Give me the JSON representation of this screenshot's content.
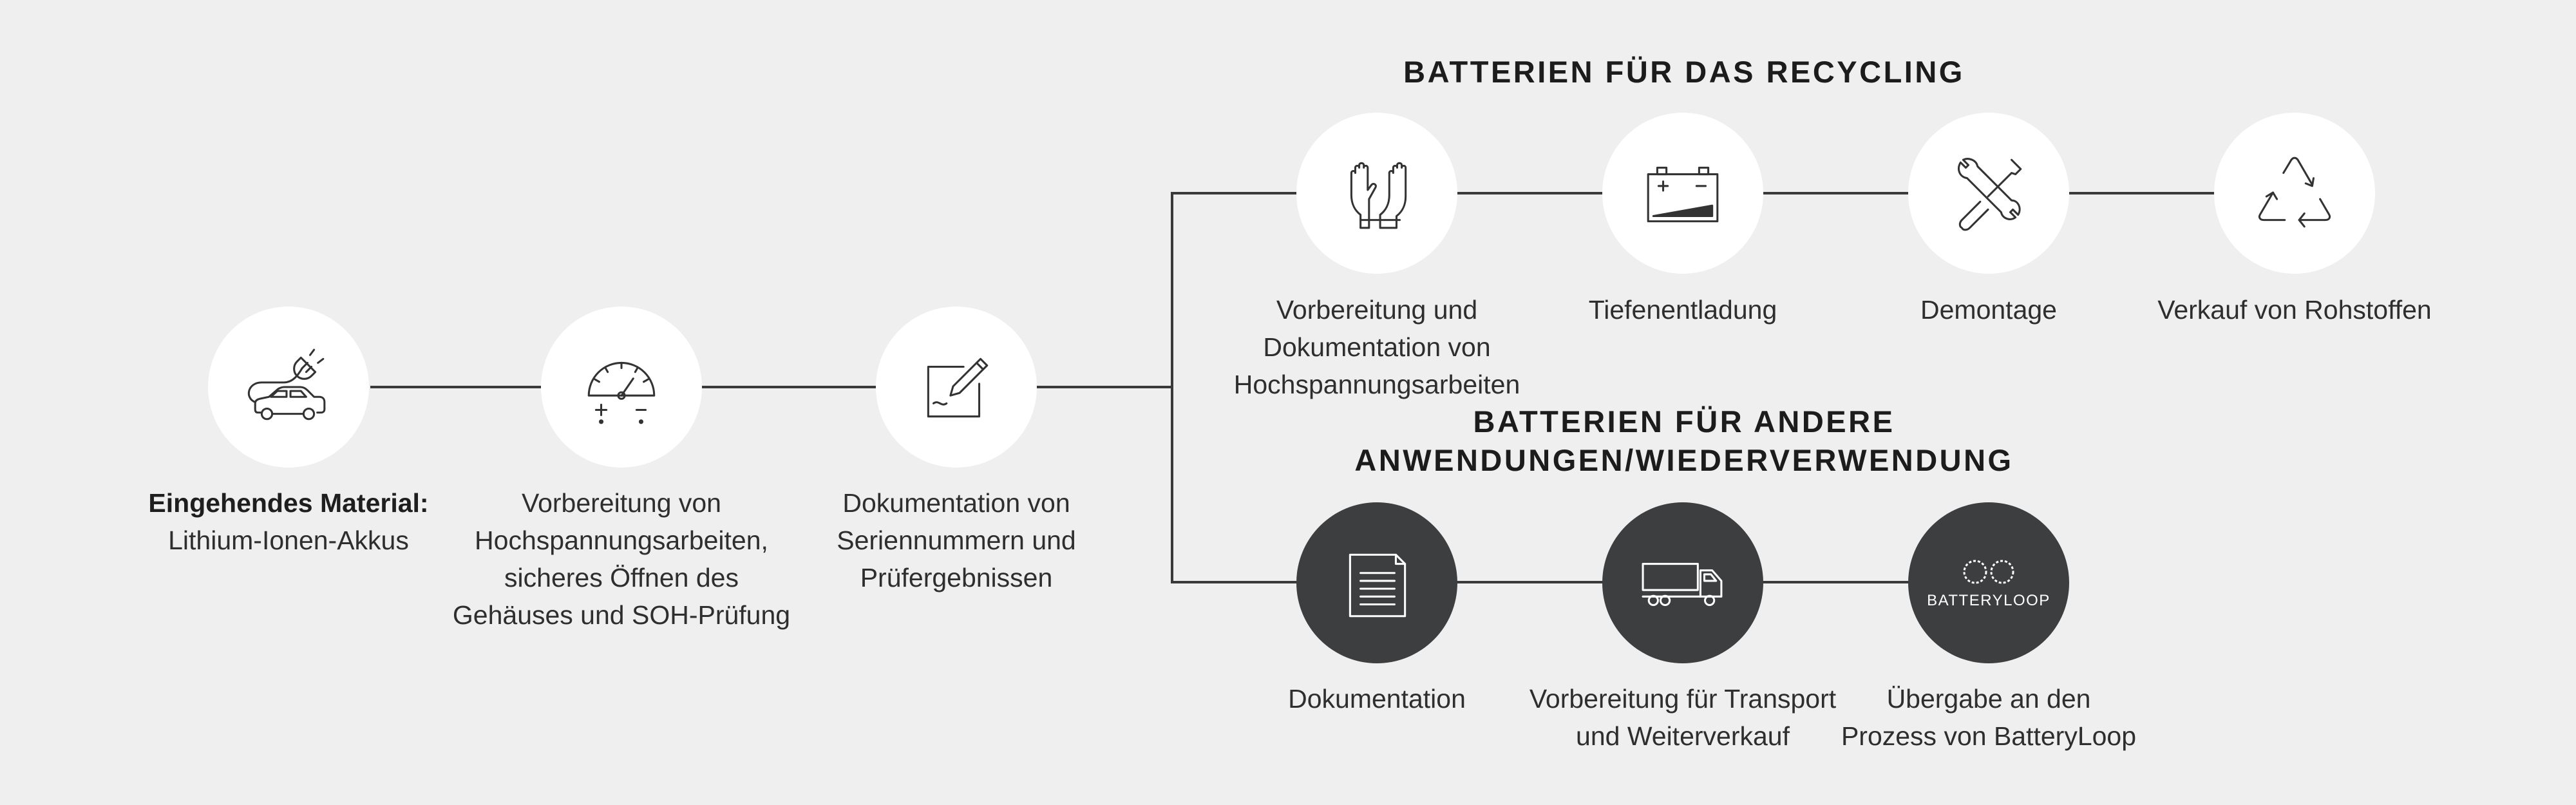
{
  "sections": {
    "recycling_title": "BATTERIEN FÜR DAS RECYCLING",
    "reuse_title_line1": "BATTERIEN FÜR ANDERE",
    "reuse_title_line2": "ANWENDUNGEN/WIEDERVERWENDUNG"
  },
  "main_flow": [
    {
      "icon": "car-charging-icon",
      "label_bold": "Eingehendes Material:",
      "lines": [
        "Lithium-Ionen-Akkus"
      ]
    },
    {
      "icon": "voltmeter-icon",
      "lines": [
        "Vorbereitung von",
        "Hochspannungsarbeiten,",
        "sicheres Öffnen des",
        "Gehäuses und SOH-Prüfung"
      ]
    },
    {
      "icon": "note-pencil-icon",
      "lines": [
        "Dokumentation von",
        "Seriennummern und",
        "Prüfergebnissen"
      ]
    }
  ],
  "recycling_flow": [
    {
      "icon": "gloves-icon",
      "lines": [
        "Vorbereitung und",
        "Dokumentation von",
        "Hochspannungsarbeiten"
      ]
    },
    {
      "icon": "battery-discharge-icon",
      "lines": [
        "Tiefenentladung"
      ]
    },
    {
      "icon": "tools-icon",
      "lines": [
        "Demontage"
      ]
    },
    {
      "icon": "recycle-icon",
      "lines": [
        "Verkauf von Rohstoffen"
      ]
    }
  ],
  "reuse_flow": [
    {
      "icon": "document-icon",
      "lines": [
        "Dokumentation"
      ]
    },
    {
      "icon": "truck-icon",
      "lines": [
        "Vorbereitung für Transport",
        "und Weiterverkauf"
      ]
    },
    {
      "icon": "batteryloop-logo-icon",
      "logo_text": "BATTERYLOOP",
      "lines": [
        "Übergabe an den",
        "Prozess von BatteryLoop"
      ]
    }
  ],
  "colors": {
    "background": "#efefef",
    "node_light": "#ffffff",
    "node_dark": "#3d3e40",
    "line": "#3a3a3a"
  }
}
